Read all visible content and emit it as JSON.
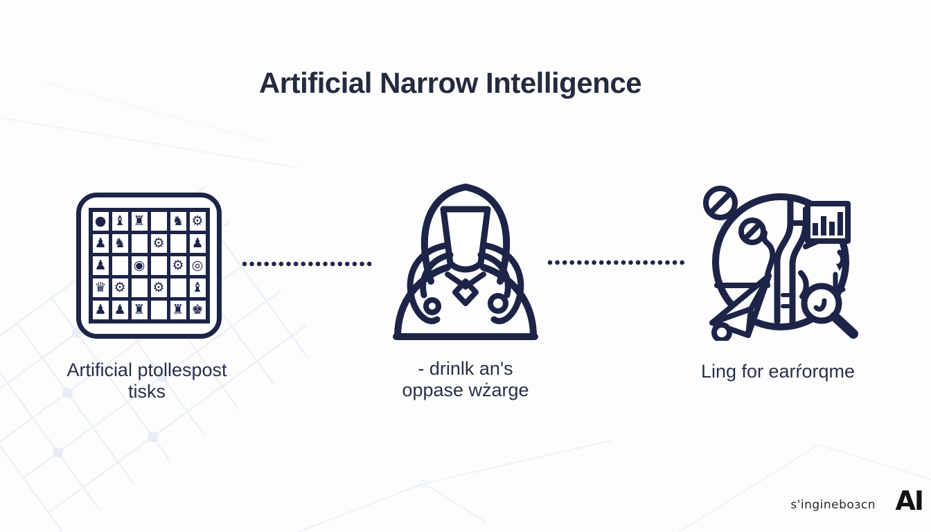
{
  "title": "Artificial Narrow Intelligence",
  "sections": [
    {
      "id": "chess",
      "caption_line1": "Artificial ptollespost",
      "caption_line2": "tisks"
    },
    {
      "id": "doctor",
      "caption_line1": "- drinlk an's",
      "caption_line2": "oppase wżarge"
    },
    {
      "id": "map",
      "caption_line1": "Ling for earŕorqme",
      "caption_line2": ""
    }
  ],
  "chess": {
    "grid": [
      [
        "●",
        "♝",
        "♜",
        "",
        "♞",
        "⚙"
      ],
      [
        "♟",
        "♞",
        "",
        "⚙",
        "",
        "♟"
      ],
      [
        "♟",
        "",
        "◉",
        "",
        "⚙",
        "◎"
      ],
      [
        "♛",
        "⚙",
        "",
        "⚙",
        "",
        "♝"
      ],
      [
        "♟",
        "♟",
        "♜",
        "",
        "♜",
        "♚"
      ]
    ]
  },
  "icons": {
    "left": "chessboard-icon",
    "middle": "doctor-stethoscope-icon",
    "right": "map-exploration-icon"
  },
  "footer": {
    "brand_text": "s'ingineboɜcn",
    "brand_logo": "AI"
  },
  "colors": {
    "ink": "#1d2447",
    "title-ink": "#242b3e",
    "caption-ink": "#27304a",
    "logo-ink": "#121212",
    "mesh": "#e7edf5",
    "mesh-node": "#e2e9f3",
    "bg": "#fdfdfe"
  }
}
